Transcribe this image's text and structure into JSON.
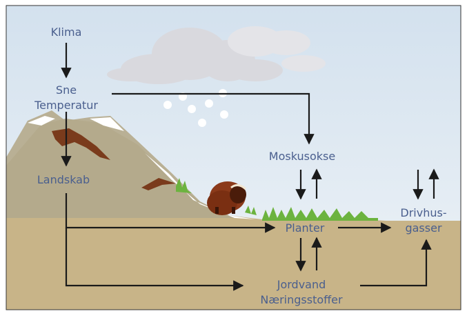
{
  "labels": {
    "klima": "Klima",
    "sne": "Sne",
    "temperatur": "Temperatur",
    "landskab": "Landskab",
    "moskusokse": "Moskusokse",
    "planter": "Planter",
    "jordvand": "Jordvand",
    "naeringsstoffer": "Næringsstoffer",
    "drivhus": "Drivhus-",
    "gasser": "gasser"
  },
  "colors": {
    "sky": "#dfe9f3",
    "ground": "#c8b488",
    "mountain": "#b7ae92",
    "text": "#4a5f8e",
    "arrow": "#1a1a1a",
    "grass": "#6cb33f",
    "rock": "#7a3b1c",
    "muskox": "#8b3a1a",
    "cloud": "#d8d8dc"
  }
}
